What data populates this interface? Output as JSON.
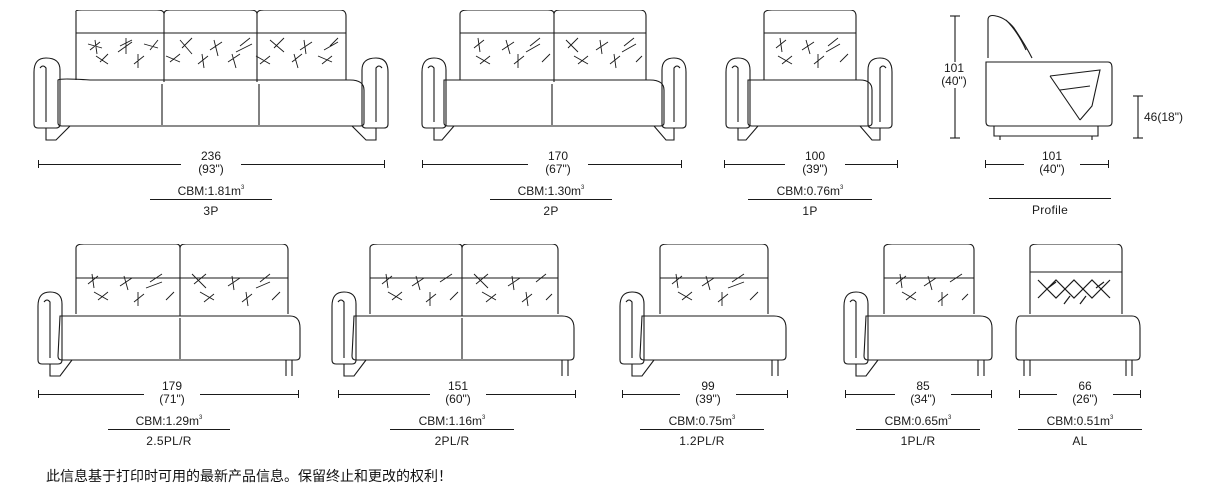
{
  "products": [
    {
      "width_cm": "236",
      "width_in": "(93\")",
      "cbm": "CBM:1.81m",
      "code": "3P"
    },
    {
      "width_cm": "170",
      "width_in": "(67\")",
      "cbm": "CBM:1.30m",
      "code": "2P"
    },
    {
      "width_cm": "100",
      "width_in": "(39\")",
      "cbm": "CBM:0.76m",
      "code": "1P"
    },
    {
      "width_cm": "179",
      "width_in": "(71\")",
      "cbm": "CBM:1.29m",
      "code": "2.5PL/R"
    },
    {
      "width_cm": "151",
      "width_in": "(60\")",
      "cbm": "CBM:1.16m",
      "code": "2PL/R"
    },
    {
      "width_cm": "99",
      "width_in": "(39\")",
      "cbm": "CBM:0.75m",
      "code": "1.2PL/R"
    },
    {
      "width_cm": "85",
      "width_in": "(34\")",
      "cbm": "CBM:0.65m",
      "code": "1PL/R"
    },
    {
      "width_cm": "66",
      "width_in": "(26\")",
      "cbm": "CBM:0.51m",
      "code": "AL"
    }
  ],
  "cbm_unit_superscript": "3",
  "profile": {
    "height_cm": "101",
    "height_in": "(40\")",
    "seat_height": "46(18\")",
    "depth_cm": "101",
    "depth_in": "(40\")",
    "label": "Profile"
  },
  "footer_note": "此信息基于打印时可用的最新产品信息。保留终止和更改的权利！"
}
